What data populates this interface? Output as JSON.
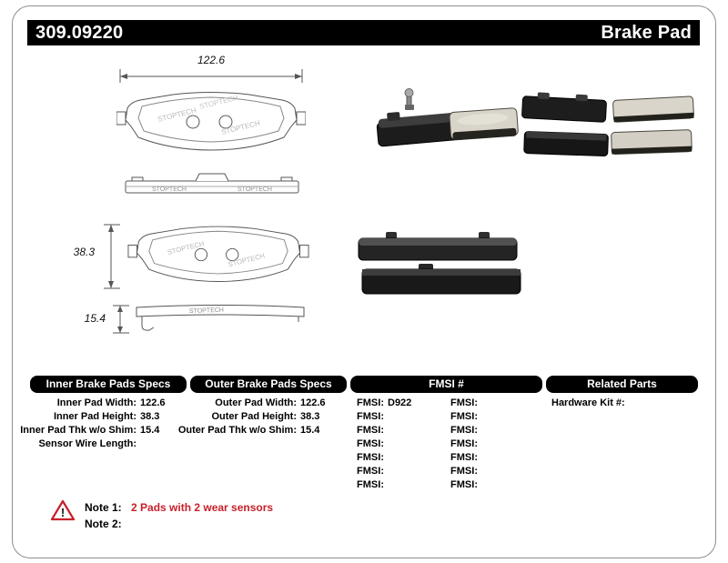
{
  "header": {
    "part_number": "309.09220",
    "product_type": "Brake Pad"
  },
  "drawings": {
    "watermark": "STOPTECH",
    "dim_width": "122.6",
    "dim_height": "38.3",
    "dim_thickness": "15.4"
  },
  "tables": {
    "inner": {
      "title": "Inner Brake Pads Specs",
      "rows": [
        {
          "label": "Inner Pad Width:",
          "value": "122.6"
        },
        {
          "label": "Inner Pad Height:",
          "value": "38.3"
        },
        {
          "label": "Inner Pad Thk w/o Shim:",
          "value": "15.4"
        },
        {
          "label": "Sensor Wire Length:",
          "value": ""
        }
      ]
    },
    "outer": {
      "title": "Outer Brake Pads Specs",
      "rows": [
        {
          "label": "Outer Pad Width:",
          "value": "122.6"
        },
        {
          "label": "Outer Pad Height:",
          "value": "38.3"
        },
        {
          "label": "Outer Pad Thk w/o Shim:",
          "value": "15.4"
        }
      ]
    },
    "fmsi": {
      "title": "FMSI #",
      "left": [
        {
          "label": "FMSI:",
          "value": "D922"
        },
        {
          "label": "FMSI:",
          "value": ""
        },
        {
          "label": "FMSI:",
          "value": ""
        },
        {
          "label": "FMSI:",
          "value": ""
        },
        {
          "label": "FMSI:",
          "value": ""
        },
        {
          "label": "FMSI:",
          "value": ""
        },
        {
          "label": "FMSI:",
          "value": ""
        }
      ],
      "right": [
        {
          "label": "FMSI:",
          "value": ""
        },
        {
          "label": "FMSI:",
          "value": ""
        },
        {
          "label": "FMSI:",
          "value": ""
        },
        {
          "label": "FMSI:",
          "value": ""
        },
        {
          "label": "FMSI:",
          "value": ""
        },
        {
          "label": "FMSI:",
          "value": ""
        },
        {
          "label": "FMSI:",
          "value": ""
        }
      ]
    },
    "related": {
      "title": "Related Parts",
      "rows": [
        {
          "label": "Hardware Kit #:",
          "value": ""
        }
      ]
    }
  },
  "notes": {
    "warning_glyph": "!",
    "note1_label": "Note 1:",
    "note1_text": "2 Pads with 2 wear sensors",
    "note2_label": "Note 2:",
    "note2_text": ""
  },
  "colors": {
    "header_bg": "#000000",
    "header_text": "#ffffff",
    "accent_red": "#c8202a"
  }
}
